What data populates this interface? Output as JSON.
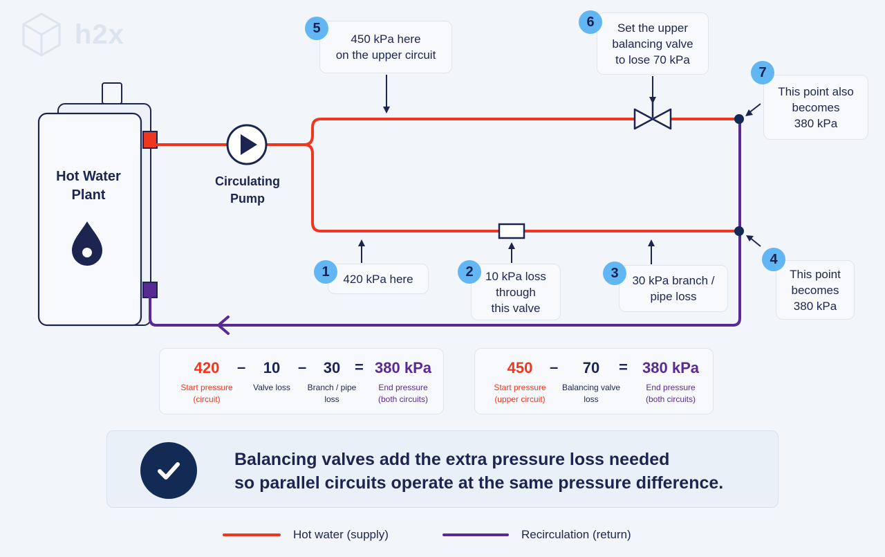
{
  "logo": {
    "text": "h2x"
  },
  "plant": {
    "label": "Hot Water\nPlant"
  },
  "pump": {
    "label": "Circulating\nPump"
  },
  "notes": [
    {
      "badge": "1",
      "text": "420 kPa here"
    },
    {
      "badge": "2",
      "text": "10 kPa loss\nthrough\nthis valve"
    },
    {
      "badge": "3",
      "text": "30 kPa branch /\npipe loss"
    },
    {
      "badge": "4",
      "text": "This point\nbecomes\n380 kPa"
    },
    {
      "badge": "5",
      "text": "450 kPa here\non the upper circuit"
    },
    {
      "badge": "6",
      "text": "Set the upper\nbalancing valve\nto lose 70 kPa"
    },
    {
      "badge": "7",
      "text": "This point also\nbecomes\n380 kPa"
    }
  ],
  "equation_lower": {
    "terms": [
      {
        "value": "420",
        "caption": "Start pressure\n(circuit)"
      },
      {
        "value": "10",
        "caption": "Valve loss"
      },
      {
        "value": "30",
        "caption": "Branch / pipe\nloss"
      },
      {
        "value": "380 kPa",
        "caption": "End pressure\n(both circuits)"
      }
    ],
    "operators": [
      "–",
      "–",
      "="
    ]
  },
  "equation_upper": {
    "terms": [
      {
        "value": "450",
        "caption": "Start pressure\n(upper circuit)"
      },
      {
        "value": "70",
        "caption": "Balancing valve\nloss"
      },
      {
        "value": "380 kPa",
        "caption": "End pressure\n(both circuits)"
      }
    ],
    "operators": [
      "–",
      "="
    ]
  },
  "callout": {
    "icon": "check-icon",
    "text": "Balancing valves add the extra pressure loss needed\nso parallel circuits operate at the same pressure difference."
  },
  "legend": [
    {
      "label": "Hot water (supply)",
      "color": "#f0361e"
    },
    {
      "label": "Recirculation (return)",
      "color": "#5a2a94"
    }
  ],
  "colors": {
    "supply": "#f0361e",
    "return": "#5a2a94",
    "navy": "#1b2550",
    "badge": "#62b6f2"
  }
}
